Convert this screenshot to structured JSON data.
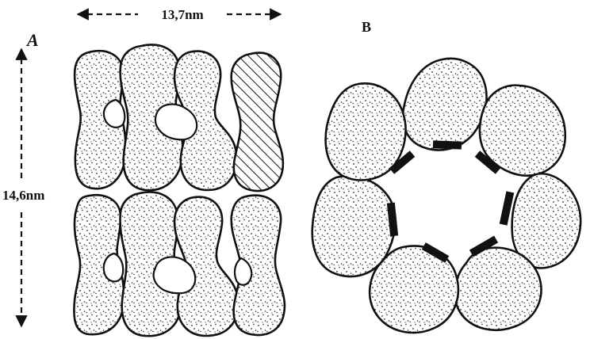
{
  "panel_labels": {
    "a": "A",
    "b": "B"
  },
  "dimensions": {
    "width": "13,7nm",
    "height": "14,6nm"
  },
  "panel_a": {
    "rows": 2,
    "subunits_per_row": 4,
    "hatched_subunit": "top row, rightmost"
  },
  "panel_b": {
    "subunits": 7,
    "linker_marks": 7,
    "arrangement": "heptameric ring"
  },
  "colors": {
    "ink": "#111111",
    "fill": "#ffffff",
    "dot": "#222222"
  }
}
